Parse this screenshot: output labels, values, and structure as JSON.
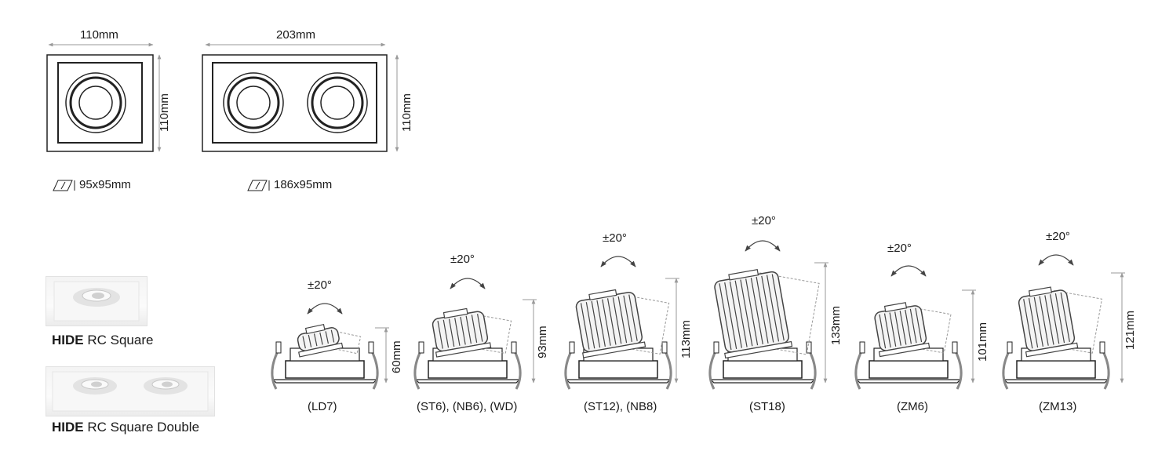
{
  "top_views": {
    "single": {
      "width": "110mm",
      "height": "110mm",
      "cutout": "95x95mm"
    },
    "double": {
      "width": "203mm",
      "height": "110mm",
      "cutout": "186x95mm"
    }
  },
  "products": [
    {
      "name_bold": "HIDE",
      "name_rest": " RC Square"
    },
    {
      "name_bold": "HIDE",
      "name_rest": " RC Square Double"
    }
  ],
  "tilt": "±20°",
  "side_views": [
    {
      "label": "(LD7)",
      "height": "60mm"
    },
    {
      "label": "(ST6), (NB6), (WD)",
      "height": "93mm"
    },
    {
      "label": "(ST12), (NB8)",
      "height": "113mm"
    },
    {
      "label": "(ST18)",
      "height": "133mm"
    },
    {
      "label": "(ZM6)",
      "height": "101mm"
    },
    {
      "label": "(ZM13)",
      "height": "121mm"
    }
  ],
  "icons": {
    "cutout": "cutout-icon",
    "tilt": "tilt-arrow-icon"
  },
  "colors": {
    "line": "#222222",
    "dim": "#9a9a9a",
    "body": "#444444"
  }
}
